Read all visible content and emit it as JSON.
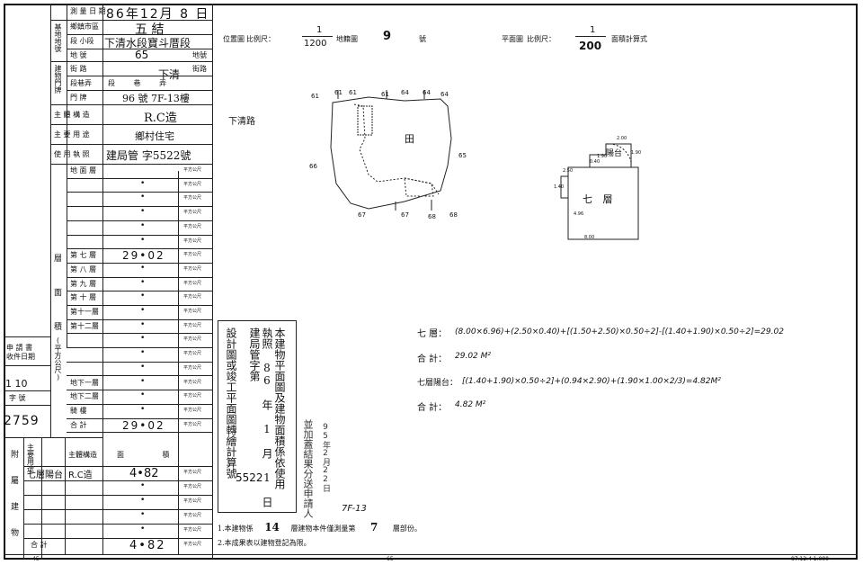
{
  "left_table": {
    "survey_date_label": "測 量 日 期",
    "survey_date": "86年12月 8 日",
    "base_label": "基地地號",
    "district_label": "鄉鎮市區",
    "district": "五 結",
    "section_label": "段 小段",
    "section": "下清水段寶斗厝段",
    "lot_label": "地 號",
    "lot_value": "65",
    "lot_suffix": "地號",
    "door_label": "建物門牌",
    "street_label": "街 路",
    "street_value": "下清",
    "street_suffix": "街路",
    "lane_label": "段巷弄",
    "lane_value": "段 巷 弄",
    "door_no_label": "門 牌",
    "door_no": "96 號 7F-13樓",
    "structure_label": "主 體 構 造",
    "structure": "R.C造",
    "use_label": "主 要 用 途",
    "use": "鄉村住宅",
    "permit_label": "使 用 執 照",
    "permit": "建局管 字5522號",
    "floors_group_label": "層次面積",
    "unit": "平方公尺",
    "floors": [
      {
        "label": "地 面 層",
        "value": ""
      },
      {
        "label": "",
        "value": "•"
      },
      {
        "label": "",
        "value": "•"
      },
      {
        "label": "",
        "value": "•"
      },
      {
        "label": "",
        "value": "•"
      },
      {
        "label": "",
        "value": "•"
      },
      {
        "label": "第 七 層",
        "value": "29•02"
      },
      {
        "label": "第 八 層",
        "value": "•"
      },
      {
        "label": "第 九 層",
        "value": "•"
      },
      {
        "label": "第 十 層",
        "value": "•"
      },
      {
        "label": "第十一層",
        "value": "•"
      },
      {
        "label": "第十二層",
        "value": "•"
      },
      {
        "label": "",
        "value": "•"
      },
      {
        "label": "",
        "value": "•"
      },
      {
        "label": "",
        "value": "•"
      },
      {
        "label": "地下一層",
        "value": "•"
      },
      {
        "label": "地下二層",
        "value": "•"
      },
      {
        "label": "騎 樓",
        "value": "•"
      },
      {
        "label": "合 計",
        "value": "29•02"
      }
    ],
    "side_labels": [
      "層",
      "面",
      "積",
      "(平方公尺)"
    ],
    "apply_label": "申 請 書\n收件日期",
    "apply_date": "1 10",
    "word_label": "字 號",
    "word_value": "2759",
    "annex_label": "附屬建物",
    "annex_col_use": "主要用途",
    "annex_col_struct": "主體構造",
    "annex_col_area": "面 積",
    "annex_rows": [
      {
        "use": "七層陽台",
        "struct": "R.C造",
        "area": "4•82"
      },
      {
        "use": "",
        "struct": "",
        "area": "•"
      },
      {
        "use": "",
        "struct": "",
        "area": "•"
      },
      {
        "use": "",
        "struct": "",
        "area": "•"
      },
      {
        "use": "",
        "struct": "",
        "area": "•"
      }
    ],
    "annex_total_label": "合 計",
    "annex_total": "4•82"
  },
  "header": {
    "location_label": "位置圖",
    "scale_label": "比例尺：",
    "scale_num": "1",
    "loc_scale_den": "1200",
    "cadastral_label": "地籍圖",
    "sheet_no": "9",
    "sheet_suffix": "號",
    "plan_label": "平面圖",
    "plan_scale_den": "200",
    "calc_label": "面積計算式"
  },
  "location_map": {
    "road_label": "下清路",
    "field_label": "田",
    "parcel_labels": [
      "61",
      "61",
      "61",
      "61",
      "64",
      "64",
      "64",
      "65",
      "66",
      "67",
      "67",
      "68",
      "68"
    ]
  },
  "plan": {
    "floor_label": "七 層",
    "balcony_label": "陽台",
    "dims": [
      "2.00",
      "1.90",
      "1.90",
      "0.40",
      "4.96",
      "1.40",
      "2.50",
      "8.00"
    ]
  },
  "calc": {
    "line1_label": "七 層：",
    "line1": "(8.00×6.96)+(2.50×0.40)+[(1.50+2.50)×0.50÷2]-[(1.40+1.90)×0.50÷2]=29.02",
    "line2_label": "合 計：",
    "line2": "29.02 M²",
    "line3_label": "七層陽台：",
    "line3": "[(1.40+1.90)×0.50÷2]+(0.94×2.90)+(1.90×1.00×2/3)=4.82M²",
    "line4_label": "合 計：",
    "line4": "4.82 M²"
  },
  "stamp": {
    "col1": "本建物平面圖及建物面積係依使用",
    "col2": "執照 86 年 1 月 1 日建局管字第",
    "col3": "設計圖或竣工平面圖轉繪計算號",
    "permit_no": "5522"
  },
  "registration": {
    "col1": "並加蓋結果分送申請人",
    "col2": "95年2月22日",
    "signature": "7F-13"
  },
  "notes": {
    "note1_a": "1.本建物係",
    "note1_b": "14",
    "note1_c": "層建物本件僅測量第",
    "note1_d": "7",
    "note1_e": "層部份。",
    "note2": "2.本成果表以建物登記為限。"
  },
  "footer": {
    "left": "45",
    "mid": "65",
    "right": "87.12.4 1.000"
  }
}
